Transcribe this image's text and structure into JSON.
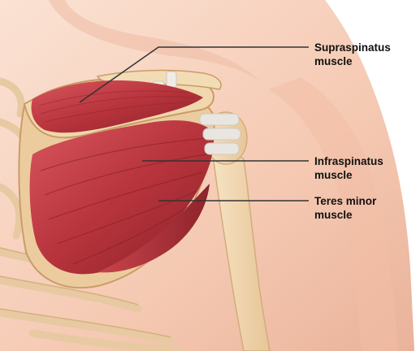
{
  "labels": [
    {
      "id": "supraspinatus",
      "text": "Supraspinatus\nmuscle"
    },
    {
      "id": "infraspinatus",
      "text": "Infraspinatus\nmuscle"
    },
    {
      "id": "teres_minor",
      "text": "Teres minor\nmuscle"
    }
  ],
  "colors": {
    "skin": "#f5c9b2",
    "skin_shade": "#eeb79e",
    "bone": "#f0d6ae",
    "bone_edge": "#d9b88a",
    "muscle": "#b8343c",
    "muscle_dark": "#7e1c24",
    "muscle_light": "#d85a62",
    "tendon": "#e8e4df",
    "leader_line": "#333333"
  }
}
